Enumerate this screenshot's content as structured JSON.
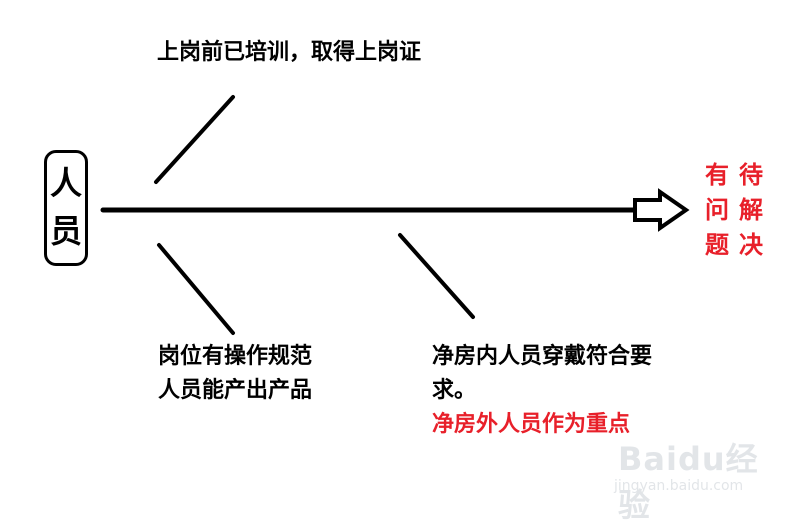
{
  "node": {
    "char1": "人",
    "char2": "员"
  },
  "branches": {
    "top_left": "上岗前已培训，取得上岗证",
    "bottom_left_line1": "岗位有操作规范",
    "bottom_left_line2": "人员能产出产品",
    "bottom_right_line1": "净房内人员穿戴符合要",
    "bottom_right_line2": "求。",
    "bottom_right_line3": "净房外人员作为重点"
  },
  "result": {
    "col_left": [
      "有",
      "问",
      "题"
    ],
    "col_right": [
      "待",
      "解",
      "决"
    ]
  },
  "watermark": {
    "logo": "Baidu经验",
    "url": "jingyan.baidu.com"
  },
  "colors": {
    "text": "#000000",
    "accent_red": "#e8202a"
  }
}
